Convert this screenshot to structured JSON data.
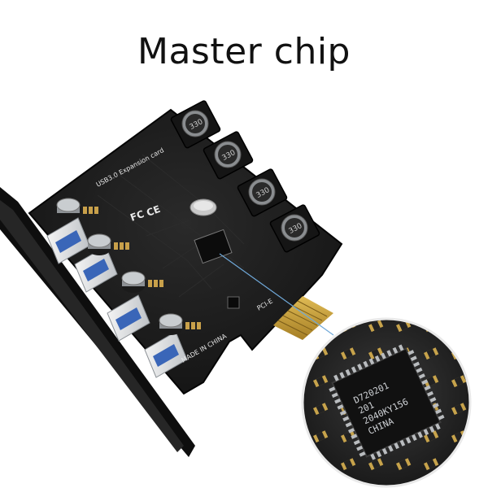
{
  "title": "Master chip",
  "board": {
    "label": "USB3.0 Expansion card",
    "origin": "MADE IN CHINA",
    "slot": "PCI-E",
    "inductor_code": "330",
    "cert_fc": "FC",
    "cert_ce": "CE"
  },
  "chip": {
    "line1": "D720201",
    "line2": "201",
    "line3": "2040KY156",
    "line4": "CHINA"
  },
  "colors": {
    "pcb": "#1a1a1a",
    "bracket": "#111111",
    "gold": "#c9a13a",
    "callout_line": "#6fa8d8"
  }
}
